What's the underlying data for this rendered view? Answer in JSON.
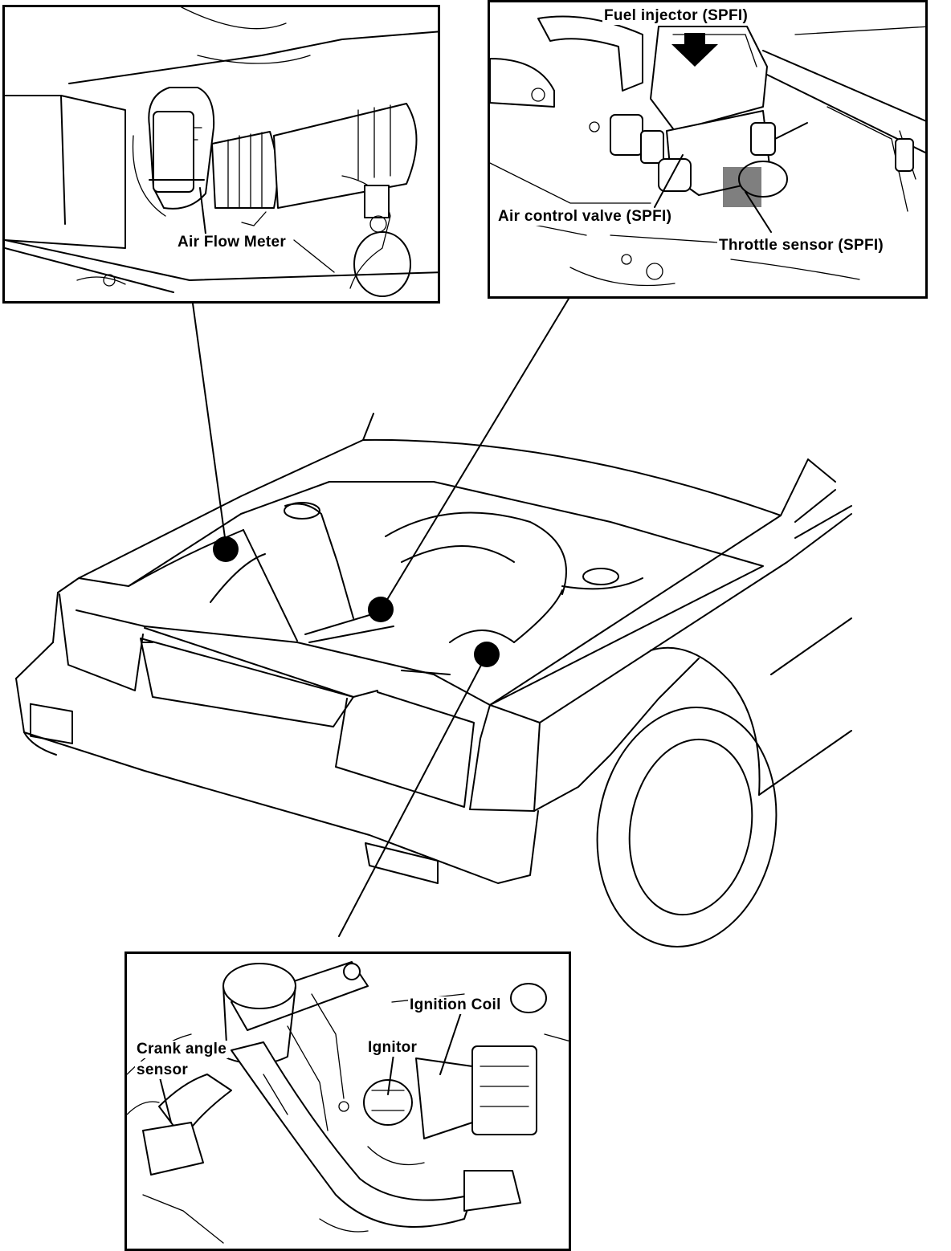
{
  "figure": {
    "panels": {
      "air_flow_meter": {
        "labels": {
          "air_flow_meter": "Air Flow Meter"
        }
      },
      "spfi": {
        "labels": {
          "fuel_injector": "Fuel injector (SPFI)",
          "air_control_valve": "Air control valve (SPFI)",
          "throttle_sensor": "Throttle sensor (SPFI)"
        }
      },
      "ignition": {
        "labels": {
          "ignition_coil": "Ignition Coil",
          "ignitor": "Ignitor",
          "crank_angle_sensor_line1": "Crank angle",
          "crank_angle_sensor_line2": "sensor"
        }
      }
    },
    "colors": {
      "ink": "#000000",
      "paper": "#ffffff"
    },
    "icons": [
      "location-dot-icon",
      "down-arrow-icon"
    ]
  }
}
